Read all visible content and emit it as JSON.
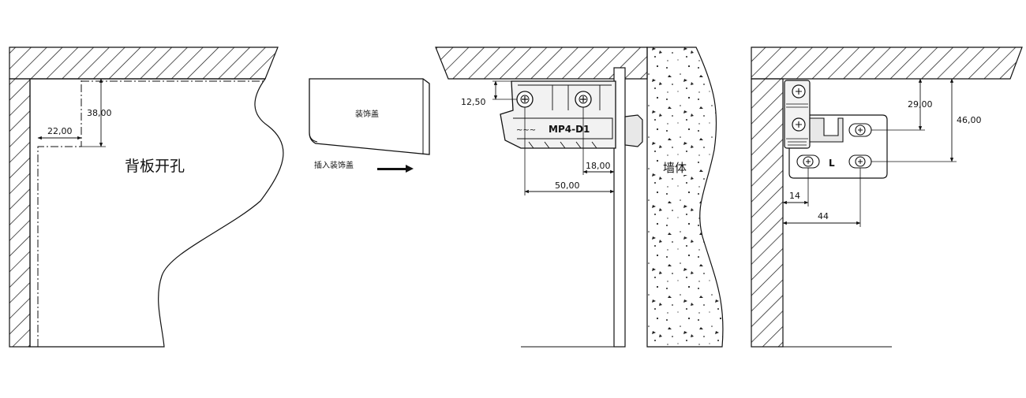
{
  "panel1": {
    "dim_height": "38,00",
    "dim_width": "22,00",
    "label": "背板开孔"
  },
  "panel2": {
    "cover_label": "装饰盖",
    "insert_label": "插入装饰盖"
  },
  "panel3": {
    "dim_top": "12,50",
    "dim_depth": "18,00",
    "dim_length": "50,00",
    "model_label": "MP4-D1",
    "wall_label": "墙体"
  },
  "panel4": {
    "dim_29": "29,00",
    "dim_46": "46,00",
    "dim_14": "14",
    "dim_44": "44",
    "side_label": "L"
  },
  "colors": {
    "line": "#111111",
    "fill_light": "#f2f2f2",
    "fill_part": "#e8e8e8"
  }
}
